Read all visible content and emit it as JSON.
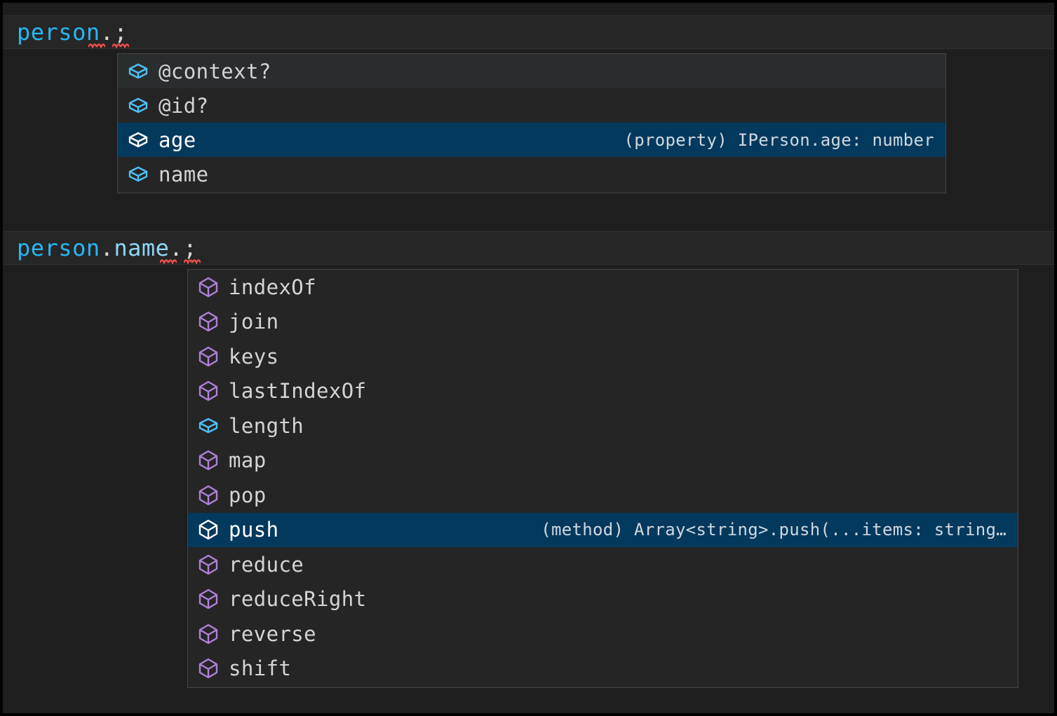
{
  "editor": {
    "background_color": "#1e1e1e",
    "lines": [
      {
        "id": "line-1",
        "segments": [
          {
            "text": "person",
            "kind": "variable"
          },
          {
            "text": ".",
            "kind": "punct"
          },
          {
            "text": ";",
            "kind": "punct"
          }
        ],
        "plain": "person.;",
        "has_error_squiggle": true
      },
      {
        "id": "line-2",
        "segments": [
          {
            "text": "person",
            "kind": "variable"
          },
          {
            "text": ".",
            "kind": "punct"
          },
          {
            "text": "name",
            "kind": "property"
          },
          {
            "text": ".",
            "kind": "punct"
          },
          {
            "text": ";",
            "kind": "punct"
          }
        ],
        "plain": "person.name.;",
        "has_error_squiggle": true
      }
    ]
  },
  "colors": {
    "selection": "#04395e",
    "popup_background": "#252526",
    "popup_border": "#454545",
    "property_icon": "#4ec0f5",
    "method_icon": "#b180d7",
    "selected_icon": "#ffffff",
    "variable_token": "#27b7f4",
    "property_token": "#8ed6f7",
    "squiggle": "#f14c4c"
  },
  "suggest_person": {
    "name": "person-member-suggestions",
    "items": [
      {
        "label": "@context?",
        "icon": "property-cube-icon",
        "kind": "property",
        "selected": false,
        "hover": true,
        "detail": ""
      },
      {
        "label": "@id?",
        "icon": "property-cube-icon",
        "kind": "property",
        "selected": false,
        "hover": false,
        "detail": ""
      },
      {
        "label": "age",
        "icon": "property-cube-icon",
        "kind": "property",
        "selected": true,
        "hover": false,
        "detail": "(property) IPerson.age: number"
      },
      {
        "label": "name",
        "icon": "property-cube-icon",
        "kind": "property",
        "selected": false,
        "hover": false,
        "detail": ""
      }
    ]
  },
  "suggest_name": {
    "name": "name-member-suggestions",
    "items": [
      {
        "label": "indexOf",
        "icon": "method-cube-icon",
        "kind": "method",
        "selected": false,
        "hover": false,
        "detail": ""
      },
      {
        "label": "join",
        "icon": "method-cube-icon",
        "kind": "method",
        "selected": false,
        "hover": false,
        "detail": ""
      },
      {
        "label": "keys",
        "icon": "method-cube-icon",
        "kind": "method",
        "selected": false,
        "hover": false,
        "detail": ""
      },
      {
        "label": "lastIndexOf",
        "icon": "method-cube-icon",
        "kind": "method",
        "selected": false,
        "hover": false,
        "detail": ""
      },
      {
        "label": "length",
        "icon": "property-cube-icon",
        "kind": "property",
        "selected": false,
        "hover": false,
        "detail": ""
      },
      {
        "label": "map",
        "icon": "method-cube-icon",
        "kind": "method",
        "selected": false,
        "hover": false,
        "detail": ""
      },
      {
        "label": "pop",
        "icon": "method-cube-icon",
        "kind": "method",
        "selected": false,
        "hover": false,
        "detail": ""
      },
      {
        "label": "push",
        "icon": "method-cube-icon",
        "kind": "method",
        "selected": true,
        "hover": false,
        "detail": "(method) Array<string>.push(...items: string…"
      },
      {
        "label": "reduce",
        "icon": "method-cube-icon",
        "kind": "method",
        "selected": false,
        "hover": false,
        "detail": ""
      },
      {
        "label": "reduceRight",
        "icon": "method-cube-icon",
        "kind": "method",
        "selected": false,
        "hover": false,
        "detail": ""
      },
      {
        "label": "reverse",
        "icon": "method-cube-icon",
        "kind": "method",
        "selected": false,
        "hover": false,
        "detail": ""
      },
      {
        "label": "shift",
        "icon": "method-cube-icon",
        "kind": "method",
        "selected": false,
        "hover": false,
        "detail": ""
      }
    ]
  }
}
